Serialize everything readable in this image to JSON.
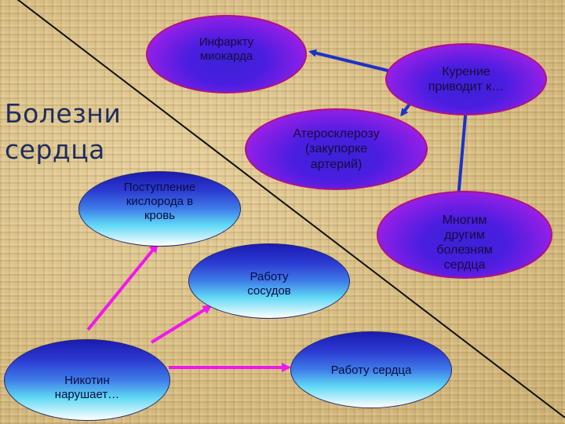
{
  "title": {
    "line1": "Болезни",
    "line2": "сердца"
  },
  "nodes": {
    "infarct": "Инфаркту\nмиокарда",
    "smoking": "Курение\nприводит к…",
    "atherosclerosis": "Атеросклерозу\n(закупорке\nартерий)",
    "oxygen": "Поступление\nкислорода в\nкровь",
    "vessels": "Работу\nсосудов",
    "other_diseases": "Многим\nдругим\nболезням\nсердца",
    "nicotine": "Никотин\nнарушает…",
    "heart_work": "Работу сердца"
  },
  "colors": {
    "blue_arrow": "#1e32c8",
    "magenta_arrow": "#ee18ee",
    "diagonal_line": "#111111"
  }
}
